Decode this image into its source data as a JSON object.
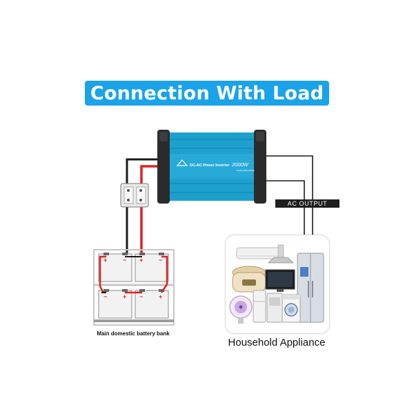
{
  "title": "Connection With Load",
  "inverter": {
    "name": "DC-AC Power Inverter",
    "power": "2000W",
    "subtitle": "PURE SINE WAVE",
    "logo": "logo-mark",
    "body_color": "#1ea0cf"
  },
  "labels": {
    "ac_output": "AC OUTPUT",
    "battery_caption": "Main domestic battery bank",
    "appliance_caption": "Household Appliance"
  },
  "colors": {
    "banner": "#1aa3e8",
    "positive_wire": "#e02020",
    "negative_wire": "#1a1a1a",
    "battery_terminal_plus": "#e02020"
  },
  "batteries": [
    {
      "plus": "+",
      "minus": "−"
    },
    {
      "plus": "+",
      "minus": "−"
    },
    {
      "plus": "+",
      "minus": "−"
    },
    {
      "plus": "+",
      "minus": "−"
    }
  ],
  "appliances": [
    "rice-cooker-icon",
    "air-conditioner-icon",
    "range-hood-icon",
    "tv-icon",
    "fridge-icon",
    "microwave-icon",
    "fan-icon",
    "washing-machine-icon"
  ]
}
